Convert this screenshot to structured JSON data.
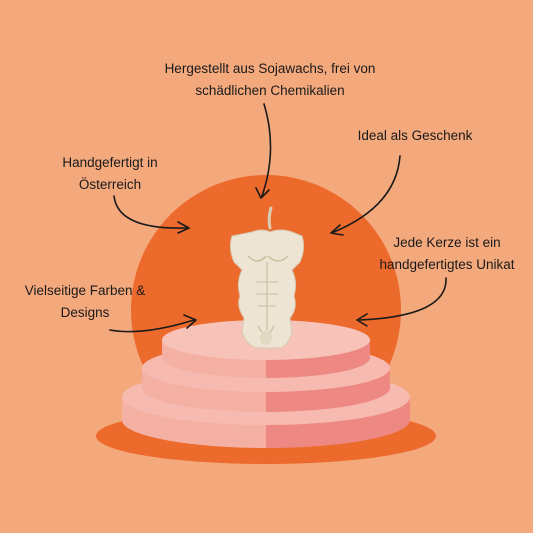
{
  "colors": {
    "background": "#f4a97d",
    "sun": "#ec6a2c",
    "podium_light": "#f5b0a4",
    "podium_dark": "#ee8882",
    "candle": "#ede4d3",
    "arrow": "#1a1a1a"
  },
  "features": {
    "top": {
      "line1": "Hergestellt aus Sojawachs, frei von",
      "line2": "schädlichen Chemikalien"
    },
    "gift": {
      "line1": "Ideal als Geschenk"
    },
    "handmade": {
      "line1": "Handgefertigt in",
      "line2": "Österreich"
    },
    "unique": {
      "line1": "Jede Kerze ist ein",
      "line2": "handgefertigtes Unikat"
    },
    "colors": {
      "line1": "Vielseitige Farben &",
      "line2": "Designs"
    }
  },
  "product": {
    "icon": "torso-candle-icon"
  }
}
